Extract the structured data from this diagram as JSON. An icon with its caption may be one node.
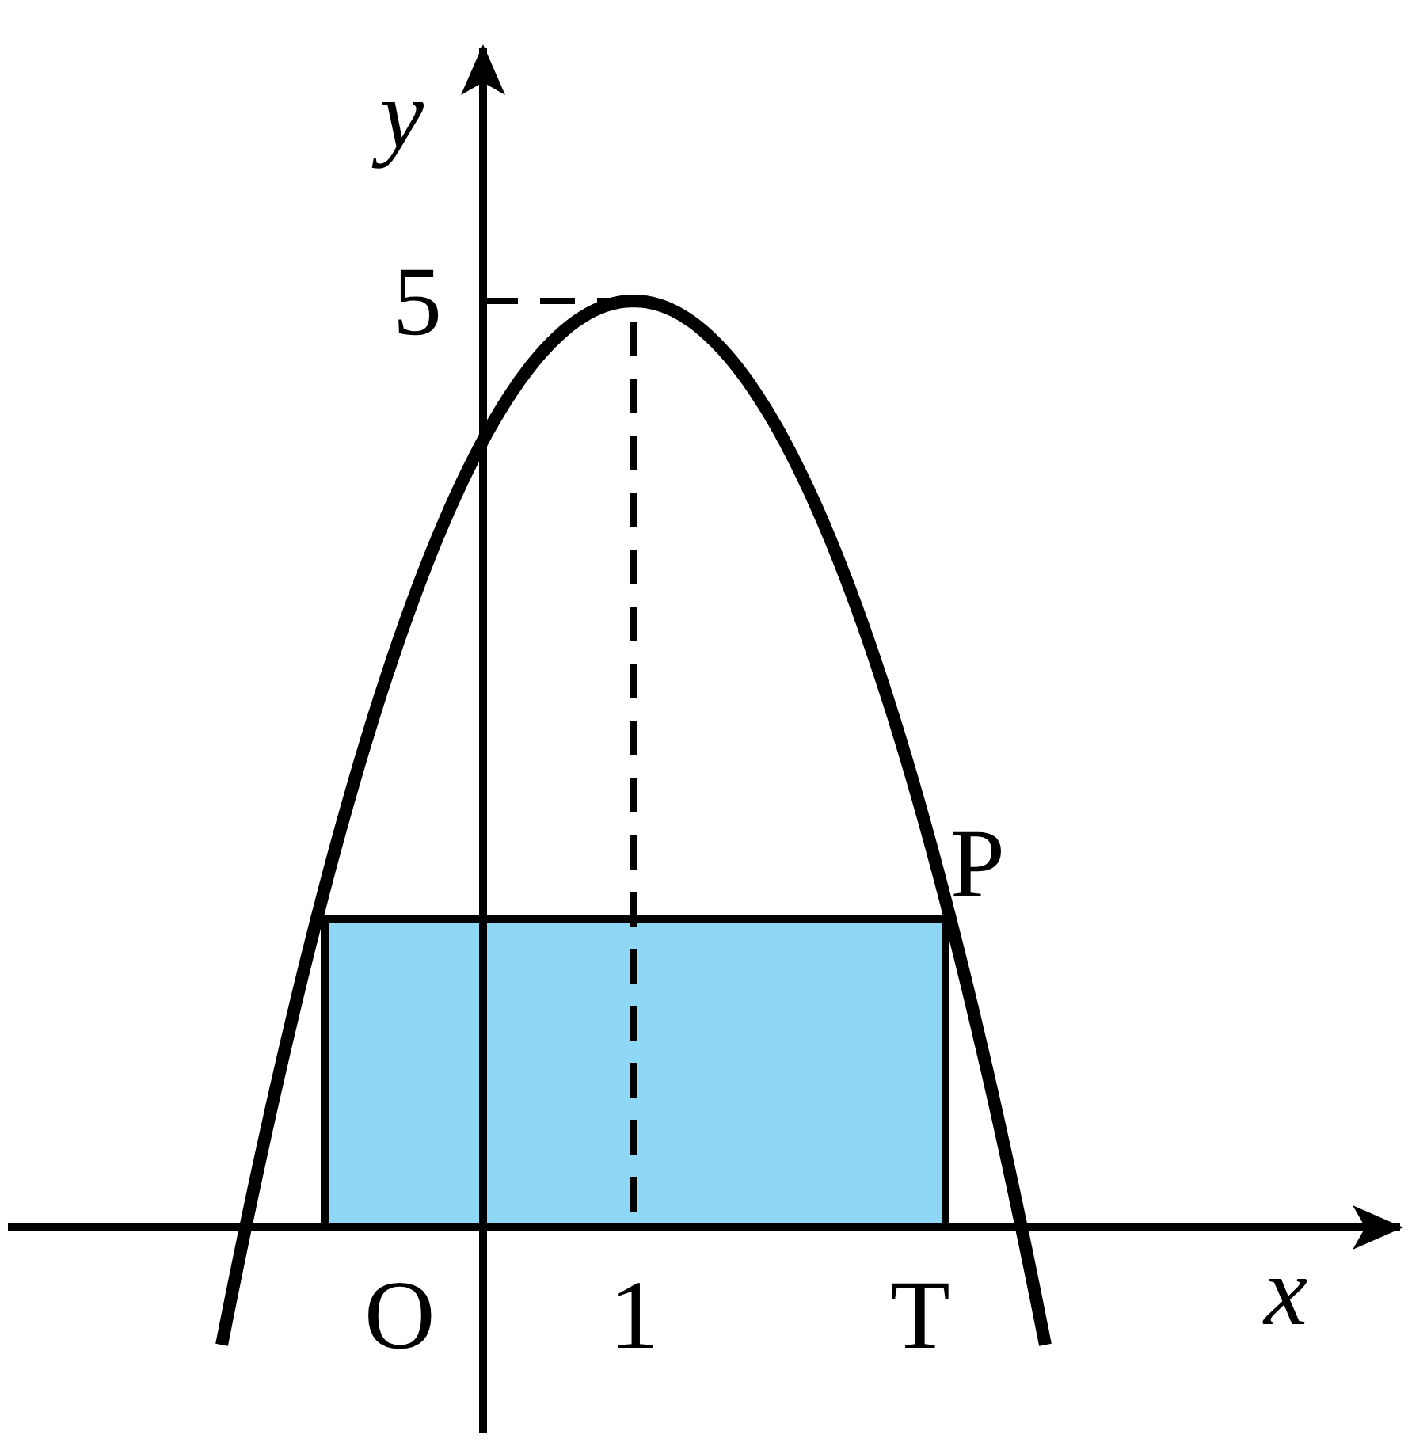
{
  "diagram": {
    "labels": [
      "y",
      "5",
      "P",
      "O",
      "1",
      "T",
      "x"
    ]
  }
}
